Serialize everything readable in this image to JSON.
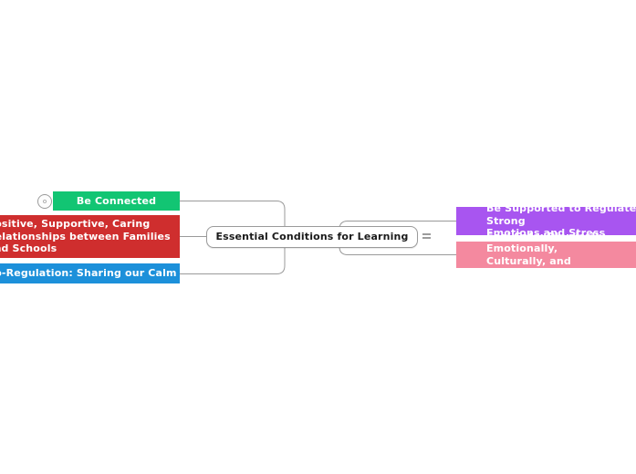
{
  "app": {
    "type": "mind-map",
    "background_color": "#ffffff"
  },
  "mindmap": {
    "root": {
      "label": "Essential Conditions for Learning",
      "text_color": "#1a1a1a",
      "fill_color": "#ffffff",
      "border_color": "#9a9a9a"
    },
    "menu_icon_name": "node-menu-icon",
    "left_branch": [
      {
        "label": "Be Connected",
        "color": "#12c573",
        "collapse_toggle": "o",
        "name": "node-be-connected"
      },
      {
        "label": "Positive, Supportive, Caring\nRelationships between Families\nand Schools",
        "color": "#cf2e2e",
        "name": "node-relationships"
      },
      {
        "label": "Co-Regulation: Sharing our Calm",
        "color": "#1c90da",
        "name": "node-co-regulation"
      }
    ],
    "right_branch": [
      {
        "label": "Be Supported to Regulate Strong\nEmotions and Stress",
        "color": "#a855f0",
        "name": "node-regulate"
      },
      {
        "label": "Feel Safe: Physically, Emotionally,\nCulturally, and Psychologically",
        "color": "#f4899f",
        "name": "node-feel-safe"
      }
    ],
    "connector_color": "#9a9a9a"
  }
}
